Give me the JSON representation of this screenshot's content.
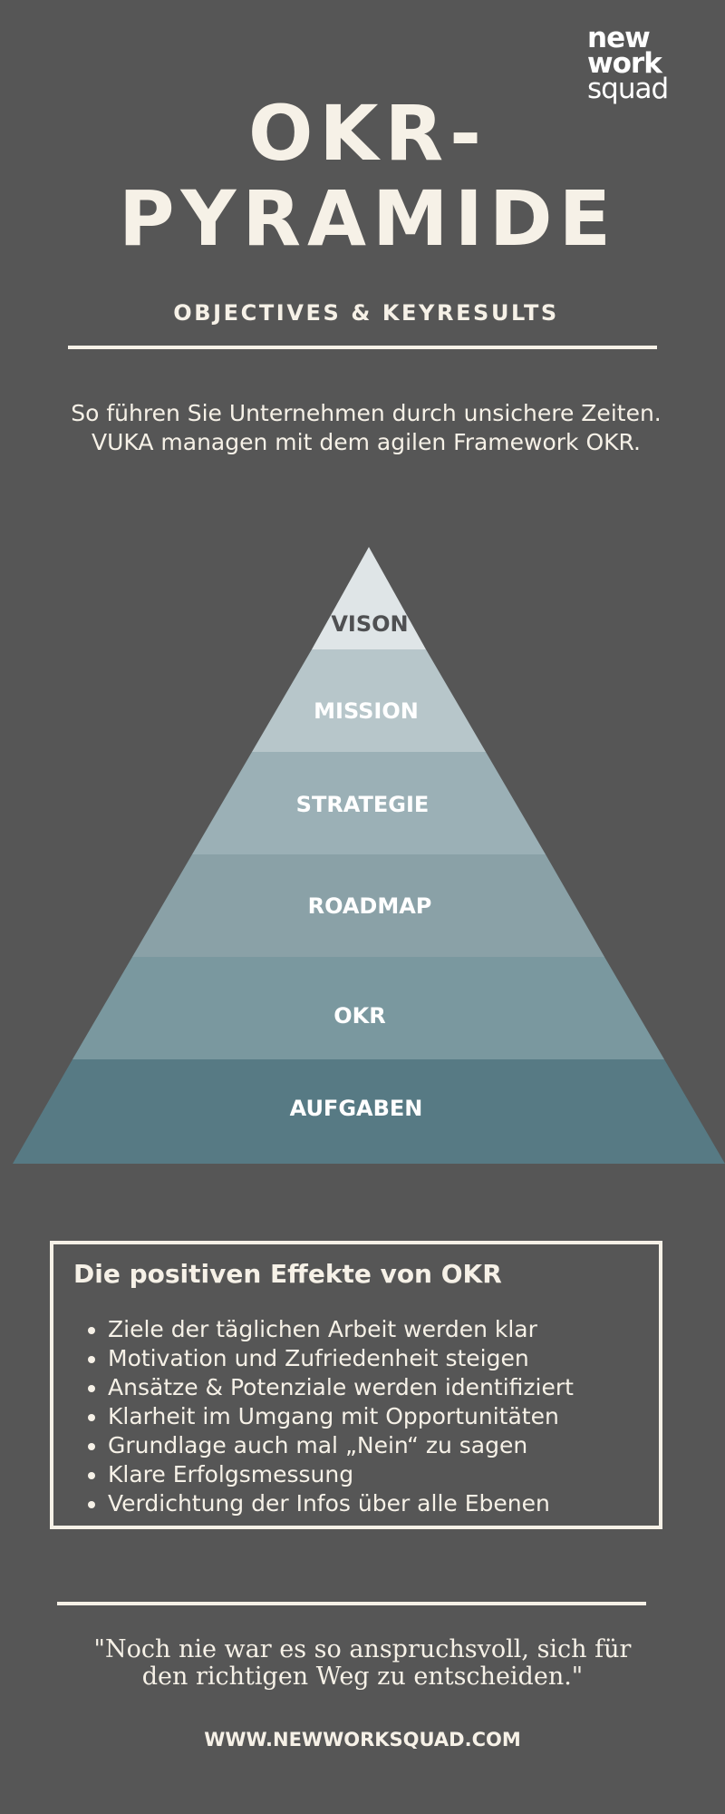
{
  "logo": {
    "lines": [
      "new",
      "work",
      "squad"
    ]
  },
  "header": {
    "title_line1": "OKR-",
    "title_line2": "PYRAMIDE",
    "subtitle": "OBJECTIVES & KEYRESULTS"
  },
  "intro": {
    "line1": "So führen Sie Unternehmen durch unsichere Zeiten.",
    "line2": "VUKA managen mit dem agilen Framework OKR."
  },
  "pyramid": {
    "levels": [
      {
        "label": "VISON",
        "color": "#dfe5e7"
      },
      {
        "label": "MISSION",
        "color": "#b7c6ca"
      },
      {
        "label": "STRATEGIE",
        "color": "#9bb0b6"
      },
      {
        "label": "ROADMAP",
        "color": "#8aa1a7"
      },
      {
        "label": "OKR",
        "color": "#7a989f"
      },
      {
        "label": "AUFGABEN",
        "color": "#577a84"
      }
    ]
  },
  "effects": {
    "title": "Die positiven Effekte von OKR",
    "items": [
      "Ziele der täglichen Arbeit werden klar",
      "Motivation und Zufriedenheit steigen",
      "Ansätze & Potenziale werden identifiziert",
      "Klarheit im Umgang mit Opportunitäten",
      "Grundlage auch mal „Nein“ zu sagen",
      "Klare Erfolgsmessung",
      "Verdichtung der Infos über alle Ebenen"
    ]
  },
  "quote": {
    "line1": "\"Noch nie war es so anspruchsvoll, sich für",
    "line2": "den richtigen Weg zu entscheiden.\""
  },
  "footer": {
    "website": "WWW.NEWWORKSQUAD.COM"
  },
  "colors": {
    "background": "#565656",
    "cream": "#f6f1e7"
  }
}
